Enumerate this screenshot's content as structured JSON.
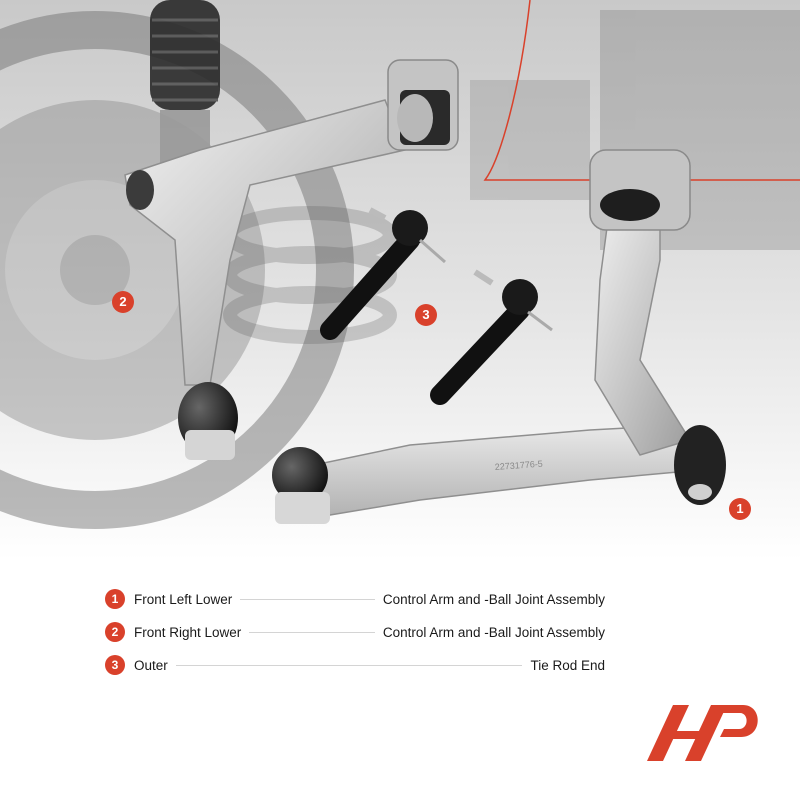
{
  "accent_color": "#d9412b",
  "scene": {
    "part_number_text": "22731776-5"
  },
  "callouts": [
    {
      "number": "1"
    },
    {
      "number": "2"
    },
    {
      "number": "3"
    }
  ],
  "legend": {
    "items": [
      {
        "number": "1",
        "left": "Front Left Lower",
        "right": "Control Arm and -Ball Joint Assembly"
      },
      {
        "number": "2",
        "left": "Front Right Lower",
        "right": "Control Arm and -Ball Joint Assembly"
      },
      {
        "number": "3",
        "left": "Outer",
        "right": "Tie Rod End"
      }
    ]
  },
  "logo": {
    "icon": "brand-logo-icon"
  }
}
